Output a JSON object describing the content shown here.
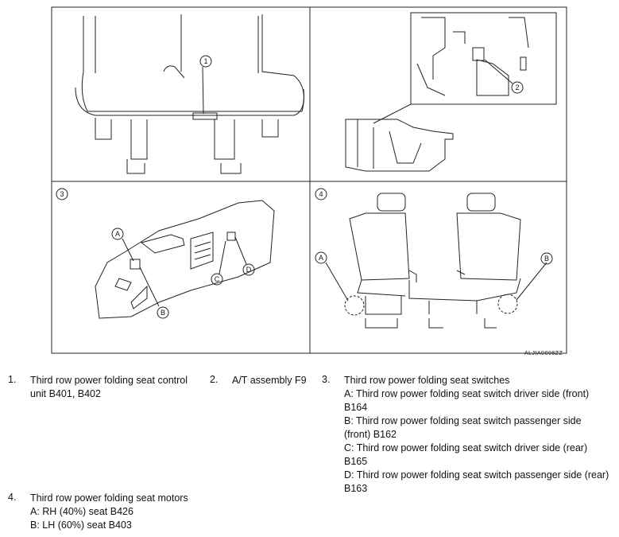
{
  "figure": {
    "panel_labels": [
      "1",
      "2",
      "3",
      "4"
    ],
    "callouts": {
      "p1": "1",
      "p2": "2",
      "p3": [
        "A",
        "B",
        "C",
        "D"
      ],
      "p4": [
        "A",
        "B"
      ]
    },
    "code": "ALJIA0098ZZ"
  },
  "legend": [
    {
      "num": "1.",
      "lines": [
        "Third row power folding seat control",
        "unit B401, B402"
      ]
    },
    {
      "num": "2.",
      "lines": [
        "A/T assembly F9"
      ]
    },
    {
      "num": "3.",
      "lines": [
        "Third row power folding seat switches",
        "A: Third row power folding seat switch driver side (front)",
        "B164",
        "B: Third row power folding seat switch passenger side",
        "(front) B162",
        "C: Third row power folding seat switch driver side (rear)",
        "B165",
        "D: Third row power folding seat switch passenger side (rear)",
        "B163"
      ]
    },
    {
      "num": "4.",
      "lines": [
        "Third row power folding seat motors",
        "A: RH (40%) seat B426",
        "B: LH (60%) seat B403"
      ]
    }
  ]
}
